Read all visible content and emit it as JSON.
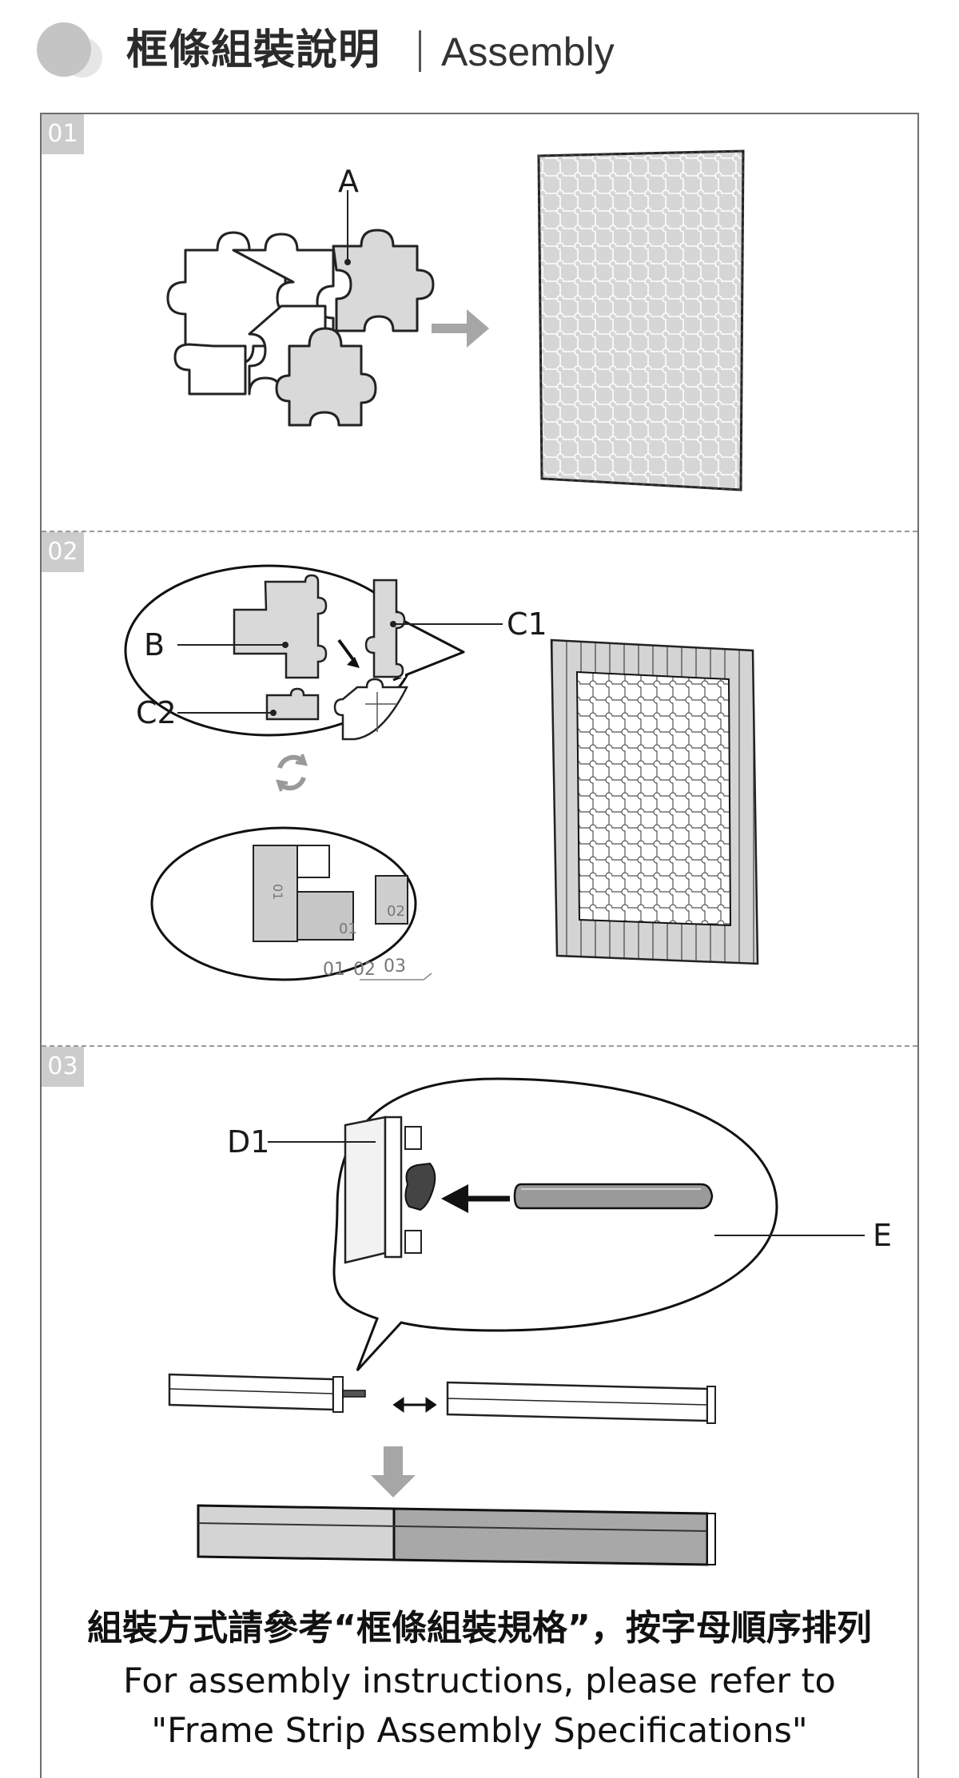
{
  "header": {
    "title_cn": "框條組裝說明",
    "title_en": "Assembly"
  },
  "steps": [
    {
      "number": "01"
    },
    {
      "number": "02"
    },
    {
      "number": "03"
    }
  ],
  "labels": {
    "a": "A",
    "b": "B",
    "c1": "C1",
    "c2": "C2",
    "d1": "D1",
    "e": "E"
  },
  "strip_numbers": {
    "n01": "01",
    "n02": "02",
    "n03": "03"
  },
  "caption": {
    "cn": "組裝方式請參考“框條組裝規格”，按字母順序排列",
    "en_line1": "For assembly instructions, please refer to",
    "en_line2": "\"Frame Strip Assembly Specifications\""
  },
  "colors": {
    "frame_border": "#6e6e6e",
    "badge": "#cccccc",
    "arrow": "#a6a6a6",
    "piece_gray": "#d9d9d9"
  }
}
